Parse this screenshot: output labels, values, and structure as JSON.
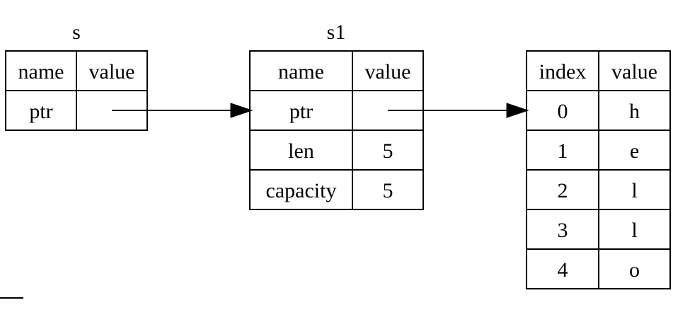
{
  "tables": {
    "s": {
      "label": "s",
      "headers": [
        "name",
        "value"
      ],
      "rows": [
        [
          "ptr",
          ""
        ]
      ]
    },
    "s1": {
      "label": "s1",
      "headers": [
        "name",
        "value"
      ],
      "rows": [
        [
          "ptr",
          ""
        ],
        [
          "len",
          "5"
        ],
        [
          "capacity",
          "5"
        ]
      ]
    },
    "heap": {
      "label": "",
      "headers": [
        "index",
        "value"
      ],
      "rows": [
        [
          "0",
          "h"
        ],
        [
          "1",
          "e"
        ],
        [
          "2",
          "l"
        ],
        [
          "3",
          "l"
        ],
        [
          "4",
          "o"
        ]
      ]
    }
  },
  "colors": {
    "stroke": "#000000",
    "background": "#ffffff"
  }
}
